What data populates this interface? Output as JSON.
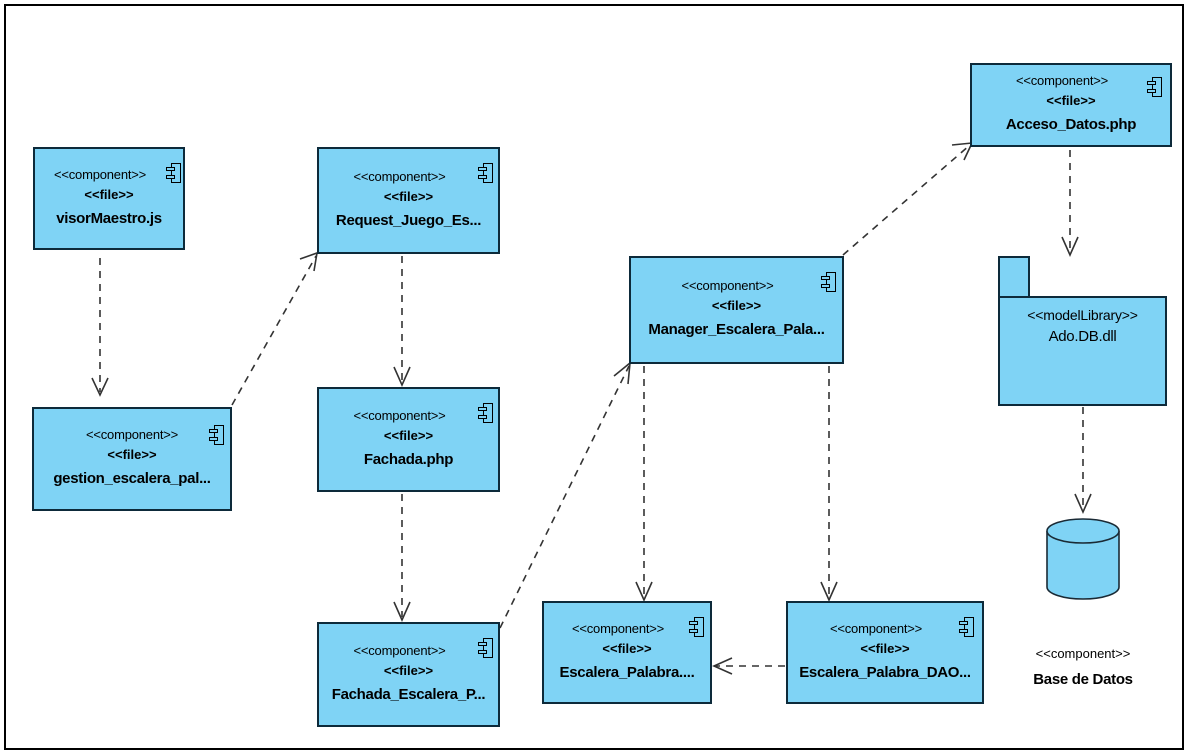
{
  "components": {
    "visor": {
      "stereotype": "<<component>>",
      "file": "<<file>>",
      "name": "visorMaestro.js"
    },
    "gestion": {
      "stereotype": "<<component>>",
      "file": "<<file>>",
      "name": "gestion_escalera_pal..."
    },
    "request": {
      "stereotype": "<<component>>",
      "file": "<<file>>",
      "name": "Request_Juego_Es..."
    },
    "fachada": {
      "stereotype": "<<component>>",
      "file": "<<file>>",
      "name": "Fachada.php"
    },
    "fachadaEsc": {
      "stereotype": "<<component>>",
      "file": "<<file>>",
      "name": "Fachada_Escalera_P..."
    },
    "manager": {
      "stereotype": "<<component>>",
      "file": "<<file>>",
      "name": "Manager_Escalera_Pala..."
    },
    "acceso": {
      "stereotype": "<<component>>",
      "file": "<<file>>",
      "name": "Acceso_Datos.php"
    },
    "escalera": {
      "stereotype": "<<component>>",
      "file": "<<file>>",
      "name": "Escalera_Palabra...."
    },
    "dao": {
      "stereotype": "<<component>>",
      "file": "<<file>>",
      "name": "Escalera_Palabra_DAO..."
    }
  },
  "library": {
    "stereotype": "<<modelLibrary>>",
    "name": "Ado.DB.dll"
  },
  "database": {
    "stereotype": "<<component>>",
    "name": "Base de Datos"
  },
  "colors": {
    "component_fill": "#7fd3f5",
    "border": "#0d2a3a",
    "line": "#333333"
  }
}
